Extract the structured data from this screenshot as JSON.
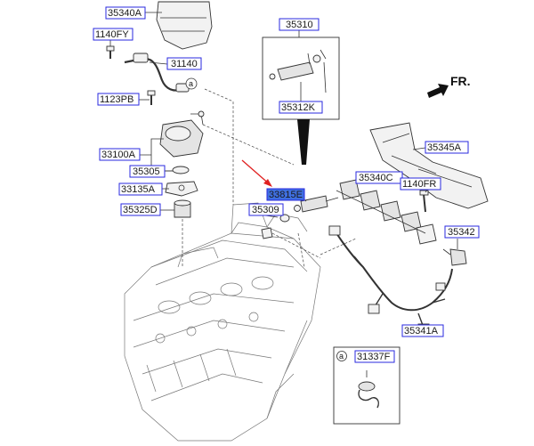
{
  "direction_label": "FR.",
  "callout_letter": "a",
  "highlight_color": "#3f6fe0",
  "label_border_color": "#2a2adf",
  "arrow_color": "#e02020",
  "labels": {
    "p35340A": "35340A",
    "p1140FY": "1140FY",
    "p31140": "31140",
    "p1123PB": "1123PB",
    "p33100A": "33100A",
    "p35305": "35305",
    "p33135A": "33135A",
    "p35325D": "35325D",
    "p35310": "35310",
    "p35312K": "35312K",
    "p35345A": "35345A",
    "p35340C": "35340C",
    "p1140FR": "1140FR",
    "p33815E": "33815E",
    "p35309": "35309",
    "p35342": "35342",
    "p35341A": "35341A",
    "p31337F": "31337F"
  }
}
